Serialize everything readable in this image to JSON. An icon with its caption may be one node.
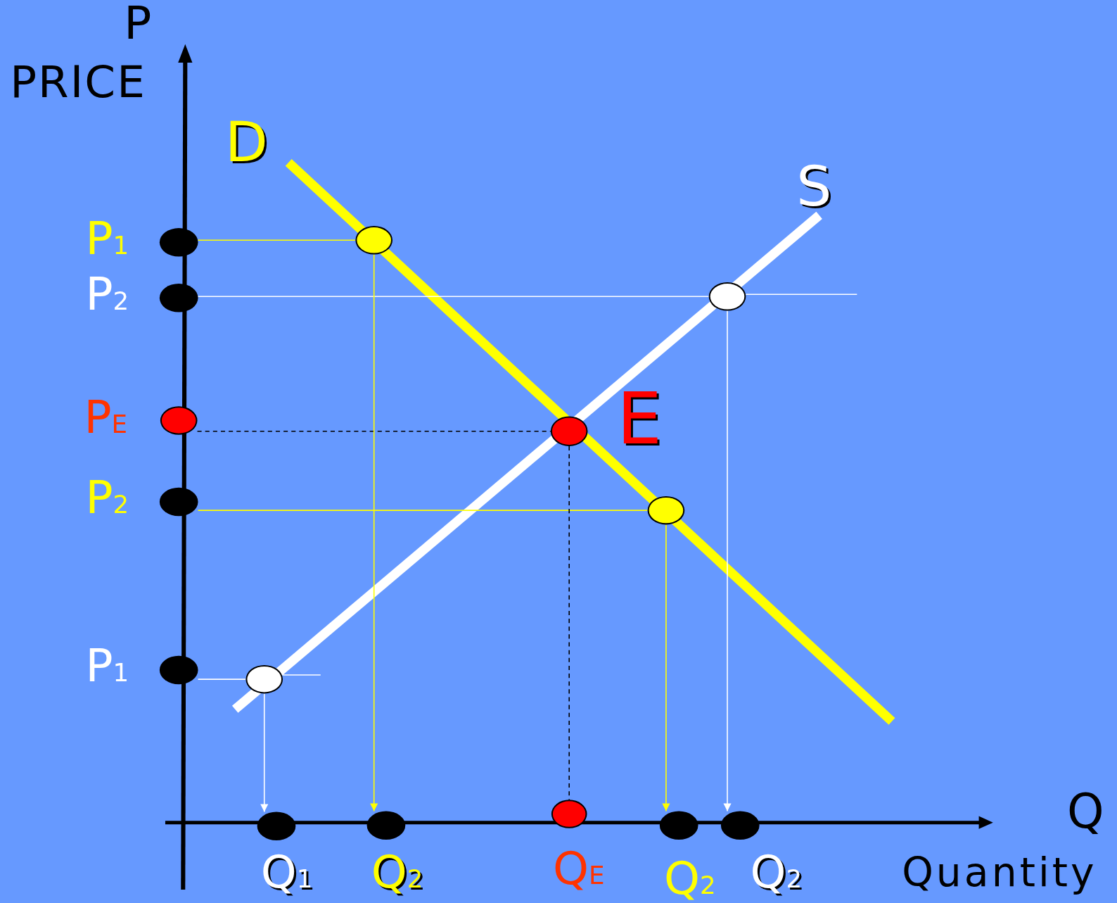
{
  "diagram": {
    "nodes": [
      {
        "text": [],
        "shape": "circle",
        "beside": [
          "P$_{1}$"
        ]
      },
      {
        "text": [],
        "shape": "circle"
      },
      {
        "text": [],
        "shape": "circle",
        "beside": [
          "P$_{2}$"
        ]
      },
      {
        "text": [],
        "shape": "circle"
      },
      {
        "text": [],
        "shape": "circle",
        "beside": [
          "P$_{E}$"
        ]
      },
      {
        "text": [],
        "shape": "circle",
        "beside": [
          "E"
        ]
      },
      {
        "text": [],
        "shape": "circle",
        "beside": [
          "P$_{2}$"
        ]
      },
      {
        "text": [],
        "shape": "circle"
      },
      {
        "text": [],
        "shape": "circle",
        "beside": [
          "P$_{1}$"
        ]
      },
      {
        "text": [],
        "shape": "circle"
      },
      {
        "text": [],
        "shape": "circle",
        "beside": [
          "Q$_{E}$"
        ]
      },
      {
        "text": [],
        "shape": "circle",
        "beside": [
          "Q$_{1}$"
        ]
      },
      {
        "text": [],
        "shape": "circle",
        "beside": [
          "Q$_{2}$"
        ]
      },
      {
        "text": [],
        "shape": "circle",
        "beside": [
          "Q$_{2}$"
        ]
      },
      {
        "text": [],
        "shape": "circle",
        "beside": [
          "Q$_{2}$"
        ]
      }
    ],
    "edges": [
      {
        "from": 0,
        "to": 1,
        "arrow": "none",
        "color": "#ffff00"
      },
      {
        "from": 2,
        "to": 3,
        "arrow": "none",
        "color": "#ffffff"
      },
      {
        "from": 4,
        "to": 5,
        "arrow": "none",
        "style": "dashed",
        "color": "#000000"
      },
      {
        "from": 6,
        "to": 7,
        "arrow": "none",
        "color": "#ffff00"
      },
      {
        "from": 8,
        "to": 9,
        "arrow": "none",
        "color": "#ffffff"
      },
      {
        "from": 1,
        "to": 12,
        "arrow": "to",
        "color": "#ffff00"
      },
      {
        "from": 3,
        "to": 14,
        "arrow": "to",
        "color": "#ffffff"
      },
      {
        "from": 5,
        "to": 10,
        "arrow": "none",
        "style": "dashed",
        "color": "#000000"
      },
      {
        "from": 7,
        "to": 13,
        "arrow": "to",
        "color": "#ffff00"
      },
      {
        "from": 9,
        "to": 11,
        "arrow": "to",
        "color": "#ffffff"
      }
    ],
    "labels": [
      "P",
      "PRICE",
      "D",
      "S",
      "Q",
      "Quantity"
    ]
  }
}
